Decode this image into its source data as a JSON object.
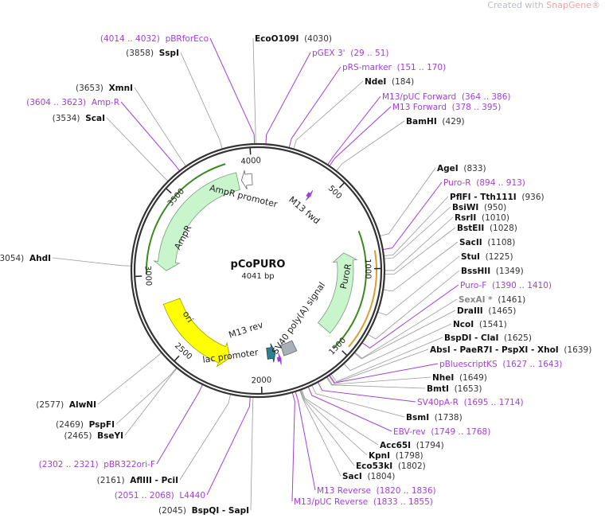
{
  "watermark": {
    "prefix": "Created with ",
    "brand": "SnapGene®"
  },
  "plasmid": {
    "name": "pCoPURO",
    "length_bp": 4041,
    "length_label": "4041 bp"
  },
  "ticks": [
    "500",
    "1000",
    "1500",
    "2000",
    "2500",
    "3000",
    "3500",
    "4000"
  ],
  "colors": {
    "primer": "#a03fd8",
    "backbone": "#333333",
    "ampr": "#c9f5cd",
    "ori": "#ffff00",
    "orange": "#d9a030",
    "green": "#3a8a20"
  },
  "features": [
    {
      "name": "AmpR",
      "start": 3030,
      "end": 3900,
      "dir": -1,
      "type": "cds"
    },
    {
      "name": "AmpR promoter",
      "start": 3925,
      "end": 4000,
      "dir": -1,
      "type": "promoter"
    },
    {
      "name": "M13 fwd",
      "start": 370,
      "end": 395,
      "dir": 1,
      "type": "primer"
    },
    {
      "name": "PuroR",
      "start": 880,
      "end": 1470,
      "dir": -1,
      "type": "cds"
    },
    {
      "name": "ori",
      "start": 2220,
      "end": 2810,
      "dir": -1,
      "type": "ori"
    },
    {
      "name": "SV40 poly(A) signal",
      "start": 1730,
      "end": 1830,
      "dir": 0,
      "type": "polyA"
    },
    {
      "name": "M13 rev",
      "start": 1855,
      "end": 1880,
      "dir": -1,
      "type": "primer"
    },
    {
      "name": "lac promoter",
      "start": 1885,
      "end": 1950,
      "dir": -1,
      "type": "lac"
    }
  ],
  "sites": [
    {
      "name": "pBRforEco",
      "pos": "(4014 .. 4032)",
      "at": 4023,
      "kind": "primer"
    },
    {
      "name": "EcoO109I",
      "pos": "(4030)",
      "at": 4030,
      "kind": "enzyme"
    },
    {
      "name": "SspI",
      "pos": "(3858)",
      "at": 3858,
      "kind": "enzyme"
    },
    {
      "name": "pGEX 3'",
      "pos": "(29 .. 51)",
      "at": 40,
      "kind": "primer"
    },
    {
      "name": "pRS-marker",
      "pos": "(151 .. 170)",
      "at": 160,
      "kind": "primer"
    },
    {
      "name": "NdeI",
      "pos": "(184)",
      "at": 184,
      "kind": "enzyme"
    },
    {
      "name": "XmnI",
      "pos": "(3653)",
      "at": 3653,
      "kind": "enzyme"
    },
    {
      "name": "M13/pUC Forward",
      "pos": "(364 .. 386)",
      "at": 375,
      "kind": "primer"
    },
    {
      "name": "Amp-R",
      "pos": "(3604 .. 3623)",
      "at": 3613,
      "kind": "primer"
    },
    {
      "name": "M13 Forward",
      "pos": "(378 .. 395)",
      "at": 386,
      "kind": "primer"
    },
    {
      "name": "ScaI",
      "pos": "(3534)",
      "at": 3534,
      "kind": "enzyme"
    },
    {
      "name": "BamHI",
      "pos": "(429)",
      "at": 429,
      "kind": "enzyme"
    },
    {
      "name": "AgeI",
      "pos": "(833)",
      "at": 833,
      "kind": "enzyme"
    },
    {
      "name": "Puro-R",
      "pos": "(894 .. 913)",
      "at": 903,
      "kind": "primer"
    },
    {
      "name": "PflFI - Tth111I",
      "pos": "(936)",
      "at": 936,
      "kind": "enzyme"
    },
    {
      "name": "BsiWI",
      "pos": "(950)",
      "at": 950,
      "kind": "enzyme"
    },
    {
      "name": "RsrII",
      "pos": "(1010)",
      "at": 1010,
      "kind": "enzyme"
    },
    {
      "name": "BstEII",
      "pos": "(1028)",
      "at": 1028,
      "kind": "enzyme"
    },
    {
      "name": "SacII",
      "pos": "(1108)",
      "at": 1108,
      "kind": "enzyme"
    },
    {
      "name": "StuI",
      "pos": "(1225)",
      "at": 1225,
      "kind": "enzyme"
    },
    {
      "name": "BssHII",
      "pos": "(1349)",
      "at": 1349,
      "kind": "enzyme"
    },
    {
      "name": "Puro-F",
      "pos": "(1390 .. 1410)",
      "at": 1400,
      "kind": "primer"
    },
    {
      "name": "SexAI *",
      "pos": "(1461)",
      "at": 1461,
      "kind": "gray"
    },
    {
      "name": "DraIII",
      "pos": "(1465)",
      "at": 1465,
      "kind": "enzyme"
    },
    {
      "name": "NcoI",
      "pos": "(1541)",
      "at": 1541,
      "kind": "enzyme"
    },
    {
      "name": "BspDI - ClaI",
      "pos": "(1625)",
      "at": 1625,
      "kind": "enzyme"
    },
    {
      "name": "AbsI - PaeR7I - PspXI - XhoI",
      "pos": "(1639)",
      "at": 1639,
      "kind": "enzyme"
    },
    {
      "name": "pBluescriptKS",
      "pos": "(1627 .. 1643)",
      "at": 1635,
      "kind": "primer"
    },
    {
      "name": "NheI",
      "pos": "(1649)",
      "at": 1649,
      "kind": "enzyme"
    },
    {
      "name": "BmtI",
      "pos": "(1653)",
      "at": 1653,
      "kind": "enzyme"
    },
    {
      "name": "SV40pA-R",
      "pos": "(1695 .. 1714)",
      "at": 1704,
      "kind": "primer"
    },
    {
      "name": "BsmI",
      "pos": "(1738)",
      "at": 1738,
      "kind": "enzyme"
    },
    {
      "name": "EBV-rev",
      "pos": "(1749 .. 1768)",
      "at": 1758,
      "kind": "primer"
    },
    {
      "name": "Acc65I",
      "pos": "(1794)",
      "at": 1794,
      "kind": "enzyme"
    },
    {
      "name": "KpnI",
      "pos": "(1798)",
      "at": 1798,
      "kind": "enzyme"
    },
    {
      "name": "Eco53kI",
      "pos": "(1802)",
      "at": 1802,
      "kind": "enzyme"
    },
    {
      "name": "SacI",
      "pos": "(1804)",
      "at": 1804,
      "kind": "enzyme"
    },
    {
      "name": "M13 Reverse",
      "pos": "(1820 .. 1836)",
      "at": 1828,
      "kind": "primer"
    },
    {
      "name": "M13/pUC Reverse",
      "pos": "(1833 .. 1855)",
      "at": 1844,
      "kind": "primer"
    },
    {
      "name": "BspQI - SapI",
      "pos": "(2045)",
      "at": 2045,
      "kind": "enzyme"
    },
    {
      "name": "L4440",
      "pos": "(2051 .. 2068)",
      "at": 2060,
      "kind": "primer"
    },
    {
      "name": "AflIII - PciI",
      "pos": "(2161)",
      "at": 2161,
      "kind": "enzyme"
    },
    {
      "name": "pBR322ori-F",
      "pos": "(2302 .. 2321)",
      "at": 2311,
      "kind": "primer"
    },
    {
      "name": "BseYI",
      "pos": "(2465)",
      "at": 2465,
      "kind": "enzyme"
    },
    {
      "name": "PspFI",
      "pos": "(2469)",
      "at": 2469,
      "kind": "enzyme"
    },
    {
      "name": "AlwNI",
      "pos": "(2577)",
      "at": 2577,
      "kind": "enzyme"
    },
    {
      "name": "AhdI",
      "pos": "(3054)",
      "at": 3054,
      "kind": "enzyme"
    }
  ]
}
